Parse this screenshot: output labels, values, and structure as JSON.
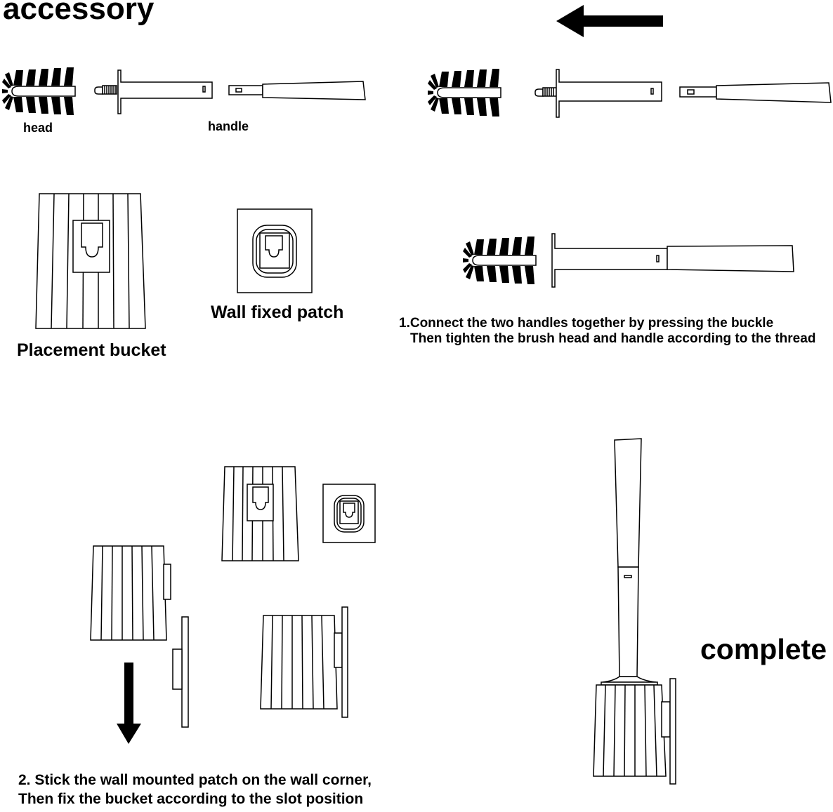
{
  "title": "accessory",
  "parts": {
    "head": "head",
    "handle": "handle",
    "wall_patch": "Wall fixed patch",
    "bucket": "Placement bucket"
  },
  "steps": {
    "step1_line1": "1.Connect the two handles together by pressing the buckle",
    "step1_line2": "Then tighten the brush head and handle according to the thread",
    "step2_line1": "2. Stick the wall mounted patch on the wall corner,",
    "step2_line2": "Then fix the bucket according to the slot position",
    "complete": "complete"
  },
  "colors": {
    "ink": "#000000",
    "paper": "#ffffff"
  }
}
